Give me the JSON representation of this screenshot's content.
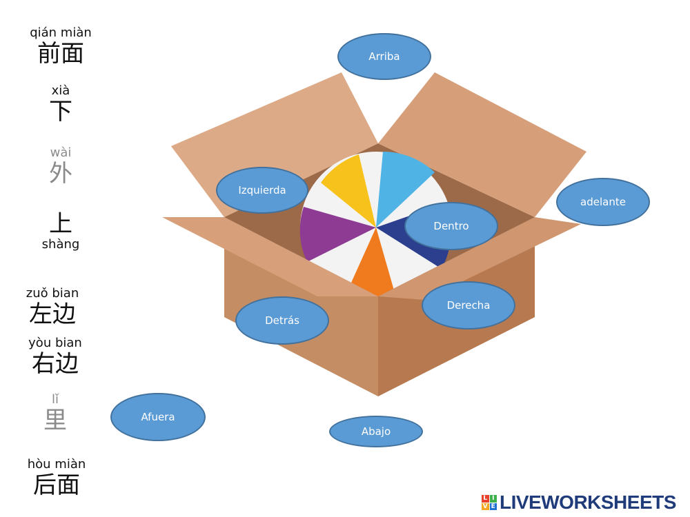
{
  "vocab": [
    {
      "pinyin": "qián miàn",
      "hanzi": "前面",
      "grey": false
    },
    {
      "pinyin": "xià",
      "hanzi": "下",
      "grey": false
    },
    {
      "pinyin": "wài",
      "hanzi": "外",
      "grey": true
    },
    {
      "pinyin": "shàng",
      "hanzi": "上",
      "grey": false
    },
    {
      "pinyin": "zuǒ bian",
      "hanzi": "左边",
      "grey": false
    },
    {
      "pinyin": "yòu bian",
      "hanzi": "右边",
      "grey": false
    },
    {
      "pinyin": "lǐ",
      "hanzi": "里",
      "grey": true
    },
    {
      "pinyin": "hòu miàn",
      "hanzi": "后面",
      "grey": false
    }
  ],
  "answers": {
    "arriba": "Arriba",
    "izquierda": "Izquierda",
    "adelante": "adelante",
    "dentro": "Dentro",
    "derecha": "Derecha",
    "detras": "Detrás",
    "afuera": "Afuera",
    "abajo": "Abajo"
  },
  "brand": {
    "name": "LIVEWORKSHEETS",
    "mark_letters": [
      "L",
      "I",
      "V",
      "E"
    ],
    "mark_colors": [
      "#e8412c",
      "#3db04b",
      "#f5a623",
      "#1f6fd1"
    ]
  },
  "colors": {
    "oval_fill": "#5b9bd5",
    "oval_border": "#41719c",
    "cardboard": "#c8926a",
    "cardboard_light": "#dda985",
    "cardboard_dark": "#a8714c"
  }
}
